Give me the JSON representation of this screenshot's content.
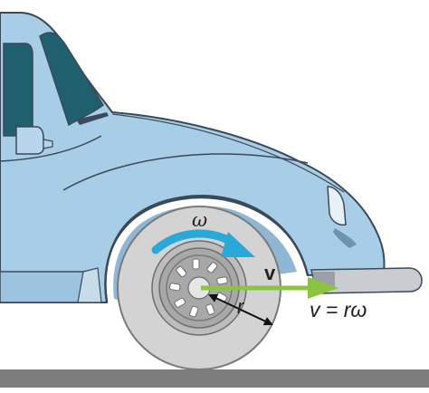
{
  "labels": {
    "omega": "ω",
    "velocity": "v",
    "radius": "r",
    "equation": "v = rω"
  },
  "colors": {
    "body": "#a8cde6",
    "body_outline": "#3a4a5a",
    "window": "#1f5f6e",
    "tire": "#d3d3d3",
    "hubcap": "#a8a8a8",
    "omega_arrow": "#2aa8d8",
    "velocity_arrow": "#8bc53f",
    "ground": "#7d7d7d"
  },
  "icons": {
    "omega_arrow": "curved-arrow-icon",
    "velocity_arrow": "right-arrow-icon",
    "radius_arrow": "double-headed-arrow-icon"
  }
}
